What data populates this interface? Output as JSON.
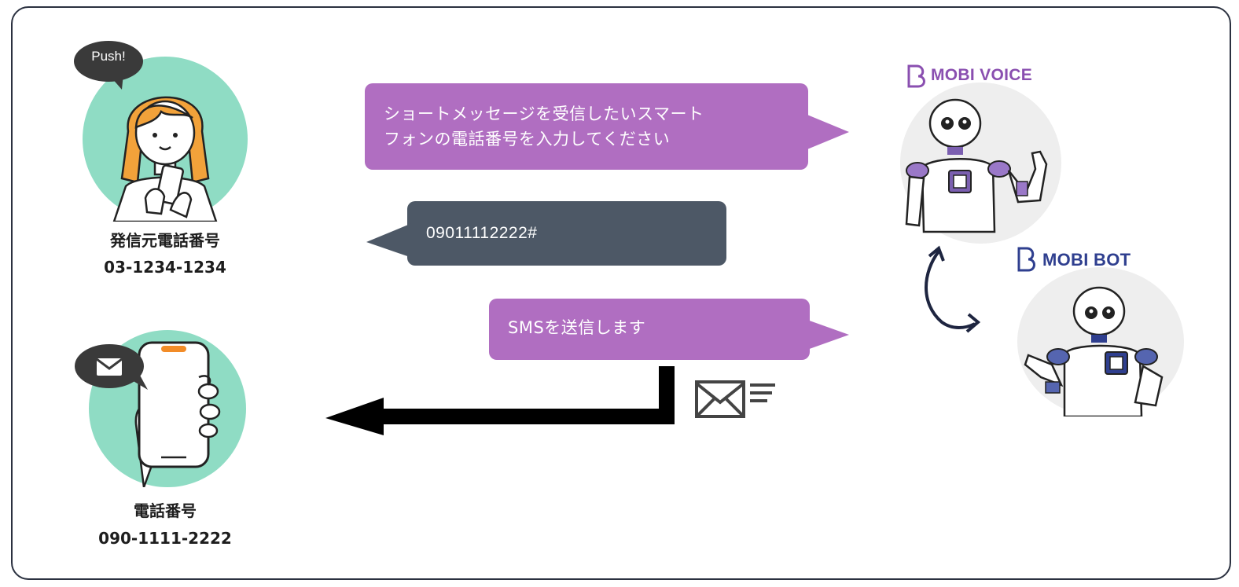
{
  "caller": {
    "push_label": "Push!",
    "caption_line1": "発信元電話番号",
    "caption_line2": "03-1234-1234"
  },
  "recipient": {
    "caption_line1": "電話番号",
    "caption_line2": "090-1111-2222"
  },
  "messages": {
    "prompt_line1": "ショートメッセージを受信したいスマート",
    "prompt_line2": "フォンの電話番号を入力してください",
    "user_input": "09011112222#",
    "sms_notice": "SMSを送信します"
  },
  "brands": {
    "voice": "MOBI VOICE",
    "bot": "MOBI BOT"
  },
  "colors": {
    "purple_bubble": "#b06ec1",
    "gray_bubble": "#4d5866",
    "teal": "#8fdcc4",
    "voice_brand": "#8a4fb0",
    "bot_brand": "#2f3f8f",
    "navy_arrow": "#1e2540"
  },
  "icons": [
    "speech-bubble-icon",
    "envelope-icon",
    "smartphone-icon",
    "robot-icon",
    "swap-arrows-icon",
    "arrow-left-icon"
  ]
}
